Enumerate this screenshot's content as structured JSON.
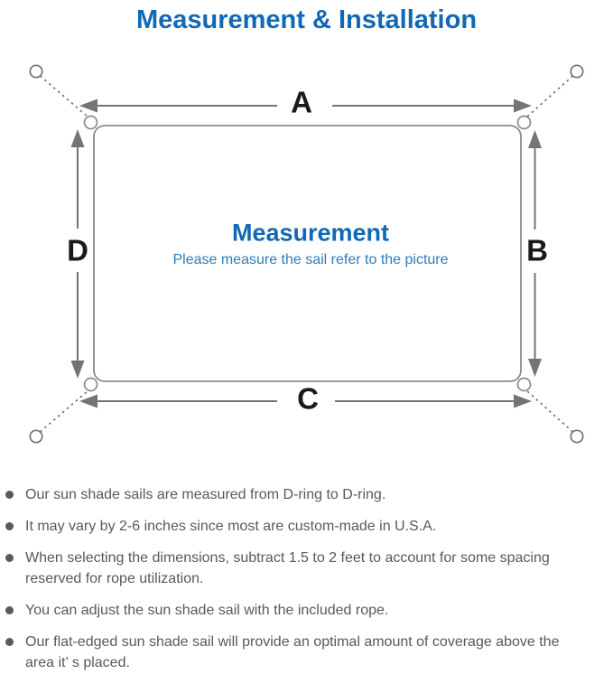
{
  "title": "Measurement & Installation",
  "diagram": {
    "center_title": "Measurement",
    "center_subtitle": "Please measure the sail refer to the picture",
    "labels": {
      "top": "A",
      "right": "B",
      "bottom": "C",
      "left": "D"
    }
  },
  "bullets": [
    "Our sun shade sails are measured from D-ring to D-ring.",
    "It may vary by 2-6 inches since most are custom-made in U.S.A.",
    "When selecting the dimensions, subtract 1.5 to 2 feet to account for some spacing reserved for rope utilization.",
    "You can adjust the sun shade sail with the included rope.",
    "Our flat-edged sun shade sail will provide an optimal amount of coverage above the area it’ s placed."
  ],
  "colors": {
    "accent_blue": "#1268b3",
    "subtitle_blue": "#2e7cba",
    "line_gray": "#737478",
    "outline_gray": "#8a8b8e",
    "text_gray": "#58595b",
    "label_black": "#1a1a1a"
  }
}
